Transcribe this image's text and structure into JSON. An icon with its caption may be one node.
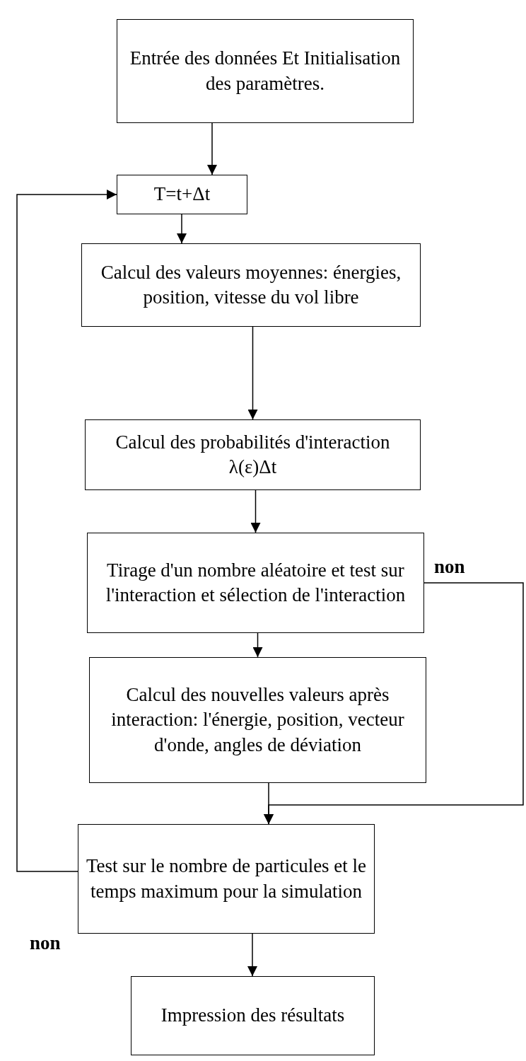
{
  "diagram": {
    "nodes": [
      {
        "text": [
          "Entrée des données Et Initialisation des paramètres."
        ]
      },
      {
        "text": [
          "T=t+Δt"
        ]
      },
      {
        "text": [
          "Calcul des valeurs moyennes: énergies, position, vitesse du vol libre"
        ]
      },
      {
        "text": [
          "Calcul des probabilités d'interaction λ(ε)Δt"
        ]
      },
      {
        "text": [
          "Tirage d'un nombre aléatoire et test sur l'interaction et sélection de l'interaction"
        ]
      },
      {
        "text": [
          "Calcul des nouvelles valeurs après interaction: l'énergie, position, vecteur d'onde, angles de déviation"
        ]
      },
      {
        "text": [
          "Test sur le nombre de particules et le temps maximum pour la simulation"
        ]
      },
      {
        "text": [
          "Impression des résultats"
        ]
      }
    ],
    "edges": [
      {
        "from": 0,
        "to": 1,
        "arrow": "to"
      },
      {
        "from": 1,
        "to": 2,
        "arrow": "to"
      },
      {
        "from": 2,
        "to": 3,
        "arrow": "to"
      },
      {
        "from": 3,
        "to": 4,
        "arrow": "to"
      },
      {
        "from": 4,
        "to": 5,
        "arrow": "to"
      },
      {
        "from": 4,
        "to": 6,
        "arrow": "to",
        "label": "non"
      },
      {
        "from": 5,
        "to": 6,
        "arrow": "to"
      },
      {
        "from": 6,
        "to": 1,
        "arrow": "to",
        "label": "non"
      },
      {
        "from": 6,
        "to": 7,
        "arrow": "to"
      }
    ]
  }
}
